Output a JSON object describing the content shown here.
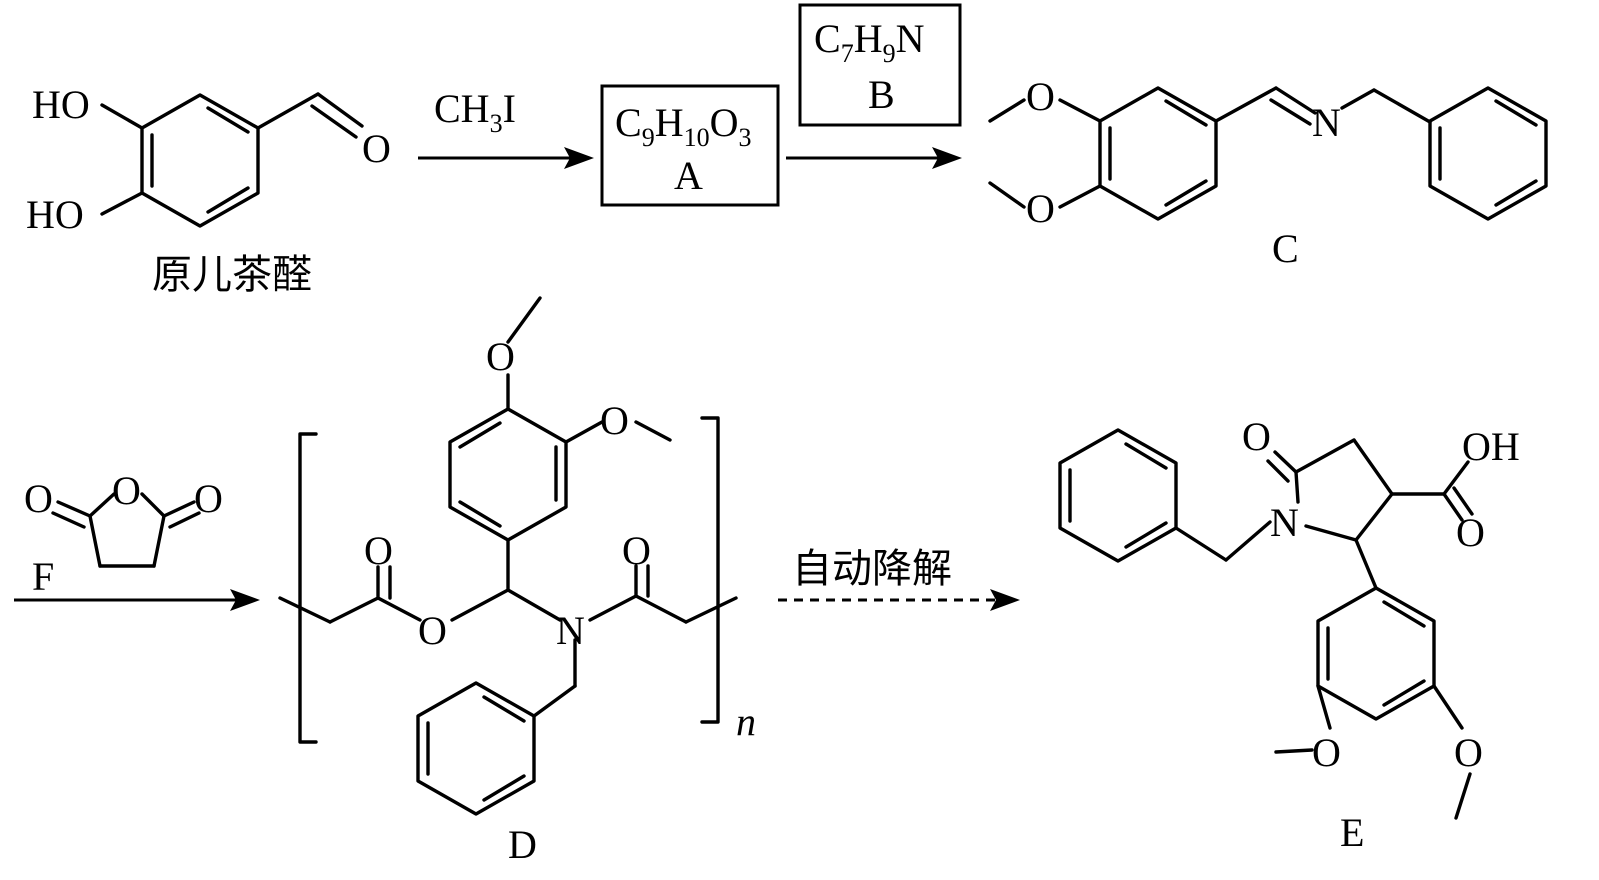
{
  "labels": {
    "start_name": "原儿茶醛",
    "reagent_ch3i_main": "CH",
    "reagent_ch3i_sub": "3",
    "reagent_ch3i_end": "I",
    "box_a_formula": [
      "C",
      "9",
      "H",
      "10",
      "O",
      "3"
    ],
    "box_a_label": "A",
    "box_b_formula": [
      "C",
      "7",
      "H",
      "9",
      "N"
    ],
    "box_b_label": "B",
    "compound_c": "C",
    "reagent_f": "F",
    "compound_d": "D",
    "polymer_n": "n",
    "degradation": "自动降解",
    "compound_e": "E"
  },
  "atoms": {
    "ho": "HO",
    "o": "O",
    "n": "N",
    "oh": "OH"
  }
}
